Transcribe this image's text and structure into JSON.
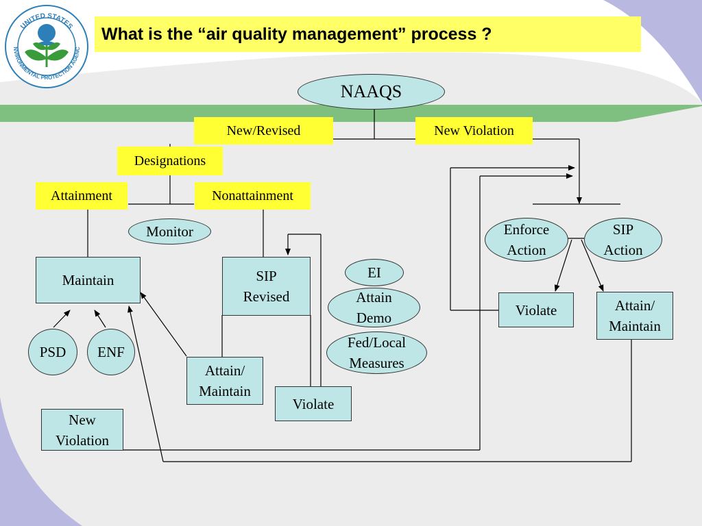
{
  "title": "What is the “air quality management” process ?",
  "logo": {
    "name": "epa-logo",
    "text_top": "UNITED STATES",
    "text_bottom": "ENVIRONMENTAL PROTECTION AGENCY"
  },
  "nodes": {
    "naaqs": "NAAQS",
    "new_revised": "New/Revised",
    "new_violation_top": "New Violation",
    "designations": "Designations",
    "attainment": "Attainment",
    "nonattainment": "Nonattainment",
    "monitor": "Monitor",
    "maintain": "Maintain",
    "psd": "PSD",
    "enf": "ENF",
    "sip_revised": "SIP\nRevised",
    "ei": "EI",
    "attain_demo": "Attain\nDemo",
    "fed_local": "Fed/Local\nMeasures",
    "attain_maintain_mid": "Attain/\nMaintain",
    "violate_mid": "Violate",
    "new_violation_box": "New\nViolation",
    "enforce_action": "Enforce\nAction",
    "sip_action": "SIP\nAction",
    "violate_right": "Violate",
    "attain_maintain_right": "Attain/\nMaintain"
  },
  "colors": {
    "node_fill": "#bfe6e6",
    "label_fill": "#ffff33",
    "title_fill": "#ffff66",
    "band_green": "#7fbf7f",
    "swoosh_blue": "#b8b8e0"
  }
}
